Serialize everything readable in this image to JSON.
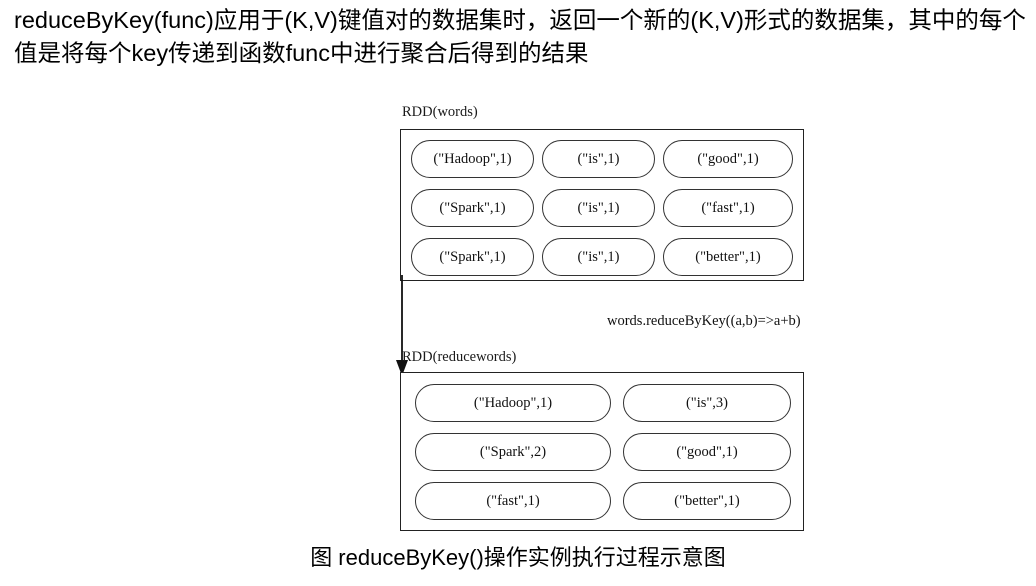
{
  "intro": {
    "text": "reduceByKey(func)应用于(K,V)键值对的数据集时，返回一个新的(K,V)形式的数据集，其中的每个值是将每个key传递到函数func中进行聚合后得到的结果"
  },
  "diagram": {
    "source_rdd": {
      "label": "RDD(words)",
      "columns": 3,
      "rows": 3,
      "cells": [
        "(\"Hadoop\",1)",
        "(\"is\",1)",
        "(\"good\",1)",
        "(\"Spark\",1)",
        "(\"is\",1)",
        "(\"fast\",1)",
        "(\"Spark\",1)",
        "(\"is\",1)",
        "(\"better\",1)"
      ]
    },
    "transform": {
      "label": "words.reduceByKey((a,b)=>a+b)",
      "arrow": "down-arrow"
    },
    "result_rdd": {
      "label": "RDD(reducewords)",
      "columns": 2,
      "rows": 3,
      "cells": [
        "(\"Hadoop\",1)",
        "(\"is\",3)",
        "(\"Spark\",2)",
        "(\"good\",1)",
        "(\"fast\",1)",
        "(\"better\",1)"
      ]
    }
  },
  "caption": {
    "text": "图 reduceByKey()操作实例执行过程示意图"
  },
  "colors": {
    "text": "#000000",
    "box_border": "#222222",
    "pill_border": "#333333",
    "background": "#ffffff"
  }
}
